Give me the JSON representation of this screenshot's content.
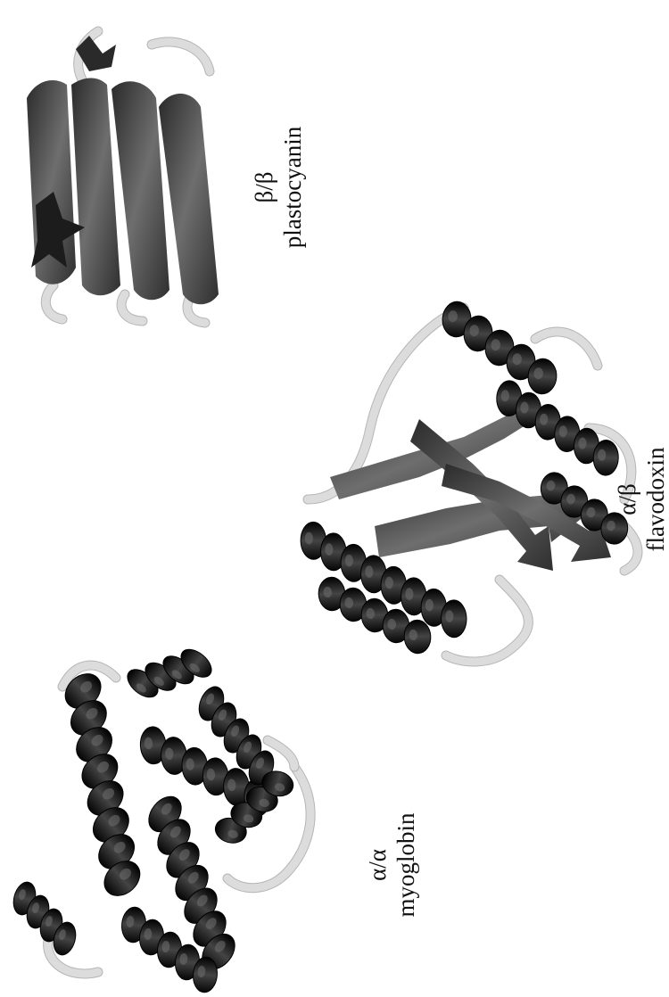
{
  "structures": [
    {
      "fold_class": "α/α",
      "protein": "myoglobin"
    },
    {
      "fold_class": "α/β",
      "protein": "flavodoxin"
    },
    {
      "fold_class": "β/β",
      "protein": "plastocyanin"
    }
  ],
  "colors": {
    "helix": "#1a1a1a",
    "sheet": "#555555",
    "loop": "#dcdcdc",
    "background": "#ffffff"
  }
}
